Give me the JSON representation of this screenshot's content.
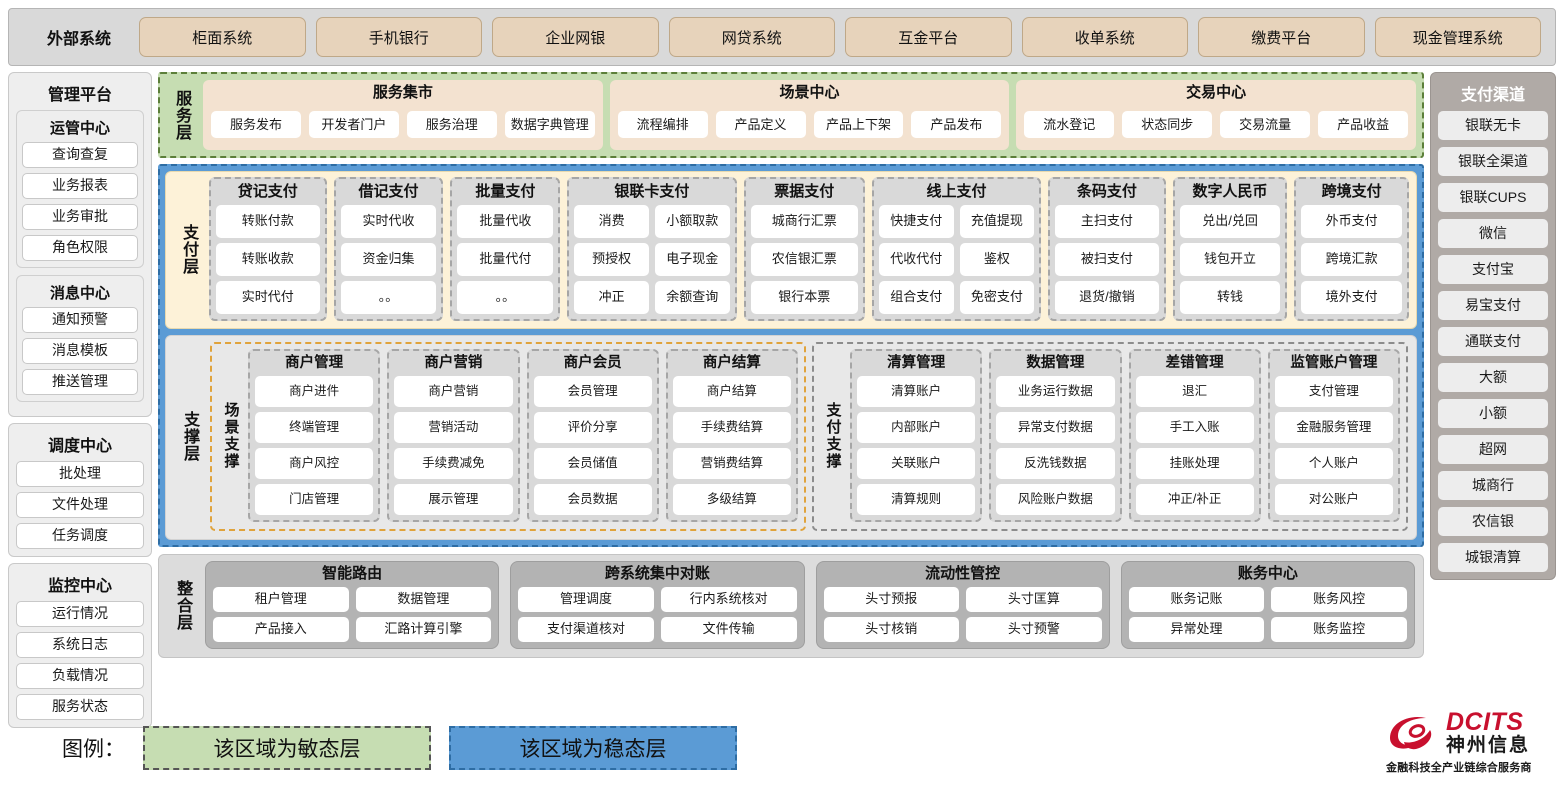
{
  "external": {
    "label": "外部系统",
    "items": [
      "柜面系统",
      "手机银行",
      "企业网银",
      "网贷系统",
      "互金平台",
      "收单系统",
      "缴费平台",
      "现金管理系统"
    ]
  },
  "admin_platform": {
    "title": "管理平台",
    "groups": [
      {
        "title": "运管中心",
        "items": [
          "查询查复",
          "业务报表",
          "业务审批",
          "角色权限"
        ]
      },
      {
        "title": "消息中心",
        "items": [
          "通知预警",
          "消息模板",
          "推送管理"
        ]
      }
    ],
    "standalone": [
      {
        "title": "调度中心",
        "items": [
          "批处理",
          "文件处理",
          "任务调度"
        ]
      },
      {
        "title": "监控中心",
        "items": [
          "运行情况",
          "系统日志",
          "负载情况",
          "服务状态"
        ]
      }
    ]
  },
  "service_layer": {
    "label": "服务层",
    "groups": [
      {
        "title": "服务集市",
        "items": [
          "服务发布",
          "开发者门户",
          "服务治理",
          "数据字典管理"
        ]
      },
      {
        "title": "场景中心",
        "items": [
          "流程编排",
          "产品定义",
          "产品上下架",
          "产品发布"
        ]
      },
      {
        "title": "交易中心",
        "items": [
          "流水登记",
          "状态同步",
          "交易流量",
          "产品收益"
        ]
      }
    ]
  },
  "payment_layer": {
    "label": "支付层",
    "groups": [
      {
        "title": "贷记支付",
        "cols": [
          [
            "转账付款",
            "转账收款",
            "实时代付"
          ]
        ]
      },
      {
        "title": "借记支付",
        "cols": [
          [
            "实时代收",
            "资金归集",
            "。。"
          ]
        ]
      },
      {
        "title": "批量支付",
        "cols": [
          [
            "批量代收",
            "批量代付",
            "。。"
          ]
        ]
      },
      {
        "title": "银联卡支付",
        "cols": [
          [
            "消费",
            "预授权",
            "冲正"
          ],
          [
            "小额取款",
            "电子现金",
            "余额查询"
          ]
        ]
      },
      {
        "title": "票据支付",
        "cols": [
          [
            "城商行汇票",
            "农信银汇票",
            "银行本票"
          ]
        ]
      },
      {
        "title": "线上支付",
        "cols": [
          [
            "快捷支付",
            "代收代付",
            "组合支付"
          ],
          [
            "充值提现",
            "鉴权",
            "免密支付"
          ]
        ]
      },
      {
        "title": "条码支付",
        "cols": [
          [
            "主扫支付",
            "被扫支付",
            "退货/撤销"
          ]
        ]
      },
      {
        "title": "数字人民币",
        "cols": [
          [
            "兑出/兑回",
            "钱包开立",
            "转钱"
          ]
        ]
      },
      {
        "title": "跨境支付",
        "cols": [
          [
            "外币支付",
            "跨境汇款",
            "境外支付"
          ]
        ]
      }
    ]
  },
  "support_layer": {
    "label": "支撑层",
    "scene": {
      "sublabel": "场景支撑",
      "groups": [
        {
          "title": "商户管理",
          "items": [
            "商户进件",
            "终端管理",
            "商户风控",
            "门店管理"
          ]
        },
        {
          "title": "商户营销",
          "items": [
            "商户营销",
            "营销活动",
            "手续费减免",
            "展示管理"
          ]
        },
        {
          "title": "商户会员",
          "items": [
            "会员管理",
            "评价分享",
            "会员储值",
            "会员数据"
          ]
        },
        {
          "title": "商户结算",
          "items": [
            "商户结算",
            "手续费结算",
            "营销费结算",
            "多级结算"
          ]
        }
      ]
    },
    "paysupport": {
      "sublabel": "支付支撑",
      "groups": [
        {
          "title": "清算管理",
          "items": [
            "清算账户",
            "内部账户",
            "关联账户",
            "清算规则"
          ]
        },
        {
          "title": "数据管理",
          "items": [
            "业务运行数据",
            "异常支付数据",
            "反洗钱数据",
            "风险账户数据"
          ]
        },
        {
          "title": "差错管理",
          "items": [
            "退汇",
            "手工入账",
            "挂账处理",
            "冲正/补正"
          ]
        },
        {
          "title": "监管账户管理",
          "items": [
            "支付管理",
            "金融服务管理",
            "个人账户",
            "对公账户"
          ]
        }
      ]
    }
  },
  "integration_layer": {
    "label": "整合层",
    "groups": [
      {
        "title": "智能路由",
        "rows": [
          [
            "租户管理",
            "数据管理"
          ],
          [
            "产品接入",
            "汇路计算引擎"
          ]
        ]
      },
      {
        "title": "跨系统集中对账",
        "rows": [
          [
            "管理调度",
            "行内系统核对"
          ],
          [
            "支付渠道核对",
            "文件传输"
          ]
        ]
      },
      {
        "title": "流动性管控",
        "rows": [
          [
            "头寸预报",
            "头寸匡算"
          ],
          [
            "头寸核销",
            "头寸预警"
          ]
        ]
      },
      {
        "title": "账务中心",
        "rows": [
          [
            "账务记账",
            "账务风控"
          ],
          [
            "异常处理",
            "账务监控"
          ]
        ]
      }
    ]
  },
  "payment_channels": {
    "title": "支付渠道",
    "items": [
      "银联无卡",
      "银联全渠道",
      "银联CUPS",
      "微信",
      "支付宝",
      "易宝支付",
      "通联支付",
      "大额",
      "小额",
      "超网",
      "城商行",
      "农信银",
      "城银清算"
    ]
  },
  "legend": {
    "label": "图例：",
    "agile": "该区域为敏态层",
    "stable": "该区域为稳态层"
  },
  "logo": {
    "brand": "DCITS",
    "cn": "神州信息",
    "tagline": "金融科技全产业链综合服务商"
  },
  "colors": {
    "agile_green": "#c6ddb2",
    "stable_blue": "#5b9bd5",
    "external_tan": "#e7d3bb",
    "payment_cream": "#fdf2d8",
    "brand_red": "#c8102e"
  }
}
